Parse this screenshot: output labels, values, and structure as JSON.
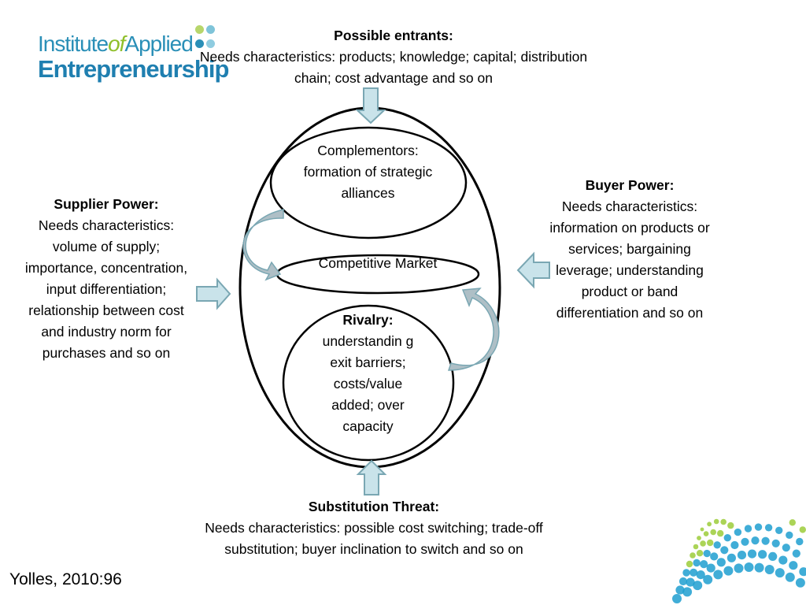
{
  "logo": {
    "line1_a": "Institute",
    "line1_b": "of",
    "line1_c": "Applied",
    "line2": "Entrepreneurship",
    "dot_colors": [
      "#b7d66b",
      "#7fc4d9",
      "#2a8fb7",
      "#8fcce0"
    ]
  },
  "entrants": {
    "title": "Possible entrants:",
    "body": "Needs characteristics: products; knowledge;  capital; distribution chain; cost advantage and so on"
  },
  "supplier": {
    "title": "Supplier Power:",
    "body": "Needs characteristics: volume of supply; importance, concentration, input differentiation; relationship between cost and industry norm for purchases and so on"
  },
  "buyer": {
    "title": "Buyer Power:",
    "body": "Needs characteristics: information on products or services; bargaining leverage; understanding product or band differentiation and so on"
  },
  "substitution": {
    "title": "Substitution Threat:",
    "body": "Needs characteristics:  possible cost switching; trade-off substitution; buyer inclination to switch and so on"
  },
  "complementors": {
    "body": "Complementors: formation of strategic alliances"
  },
  "market": {
    "body": "Competitive Market"
  },
  "rivalry": {
    "title": "Rivalry:",
    "body": "understandin g exit barriers; costs/value added; over capacity"
  },
  "citation": "Yolles, 2010:96",
  "colors": {
    "arrow_fill": "#c9e3ea",
    "arrow_stroke": "#7aa7b3",
    "curve_fill": "#aebfc6",
    "decor_green": "#9ccc3a",
    "decor_blue": "#1e9fd0"
  }
}
